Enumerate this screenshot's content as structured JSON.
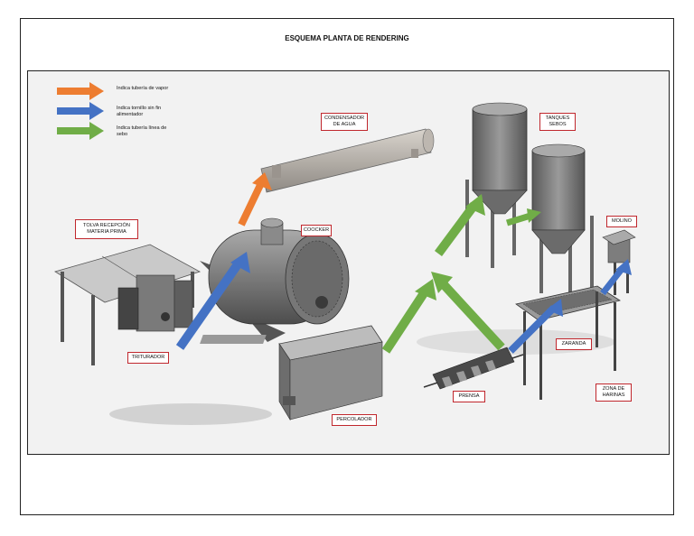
{
  "title": "ESQUEMA PLANTA DE RENDERING",
  "legend": [
    {
      "text": "Indica tubería de vapor",
      "color": "#ed7d31"
    },
    {
      "text": "Indica tornillo sin fin alimentador",
      "color": "#4472c4"
    },
    {
      "text": "Indica tubería línea de sebo",
      "color": "#70ad47"
    }
  ],
  "labels": {
    "tolva": "TOLVA RECEPCIÓN MATERIA PRIMA",
    "condensador": "CONDENSADOR DE AGUA",
    "tanques": "TANQUES SEBOS",
    "coocker": "COOCKER",
    "molino": "MOLINO",
    "triturador": "TRITURADOR",
    "zaranda": "ZARANDA",
    "zona": "ZONA DE HARINAS",
    "prensa": "PRENSA",
    "percolador": "PERCOLADOR"
  },
  "colors": {
    "steam": "#ed7d31",
    "screw": "#4472c4",
    "tallow": "#70ad47",
    "label_border": "#c0272d",
    "machine": "#8a8a8a"
  }
}
